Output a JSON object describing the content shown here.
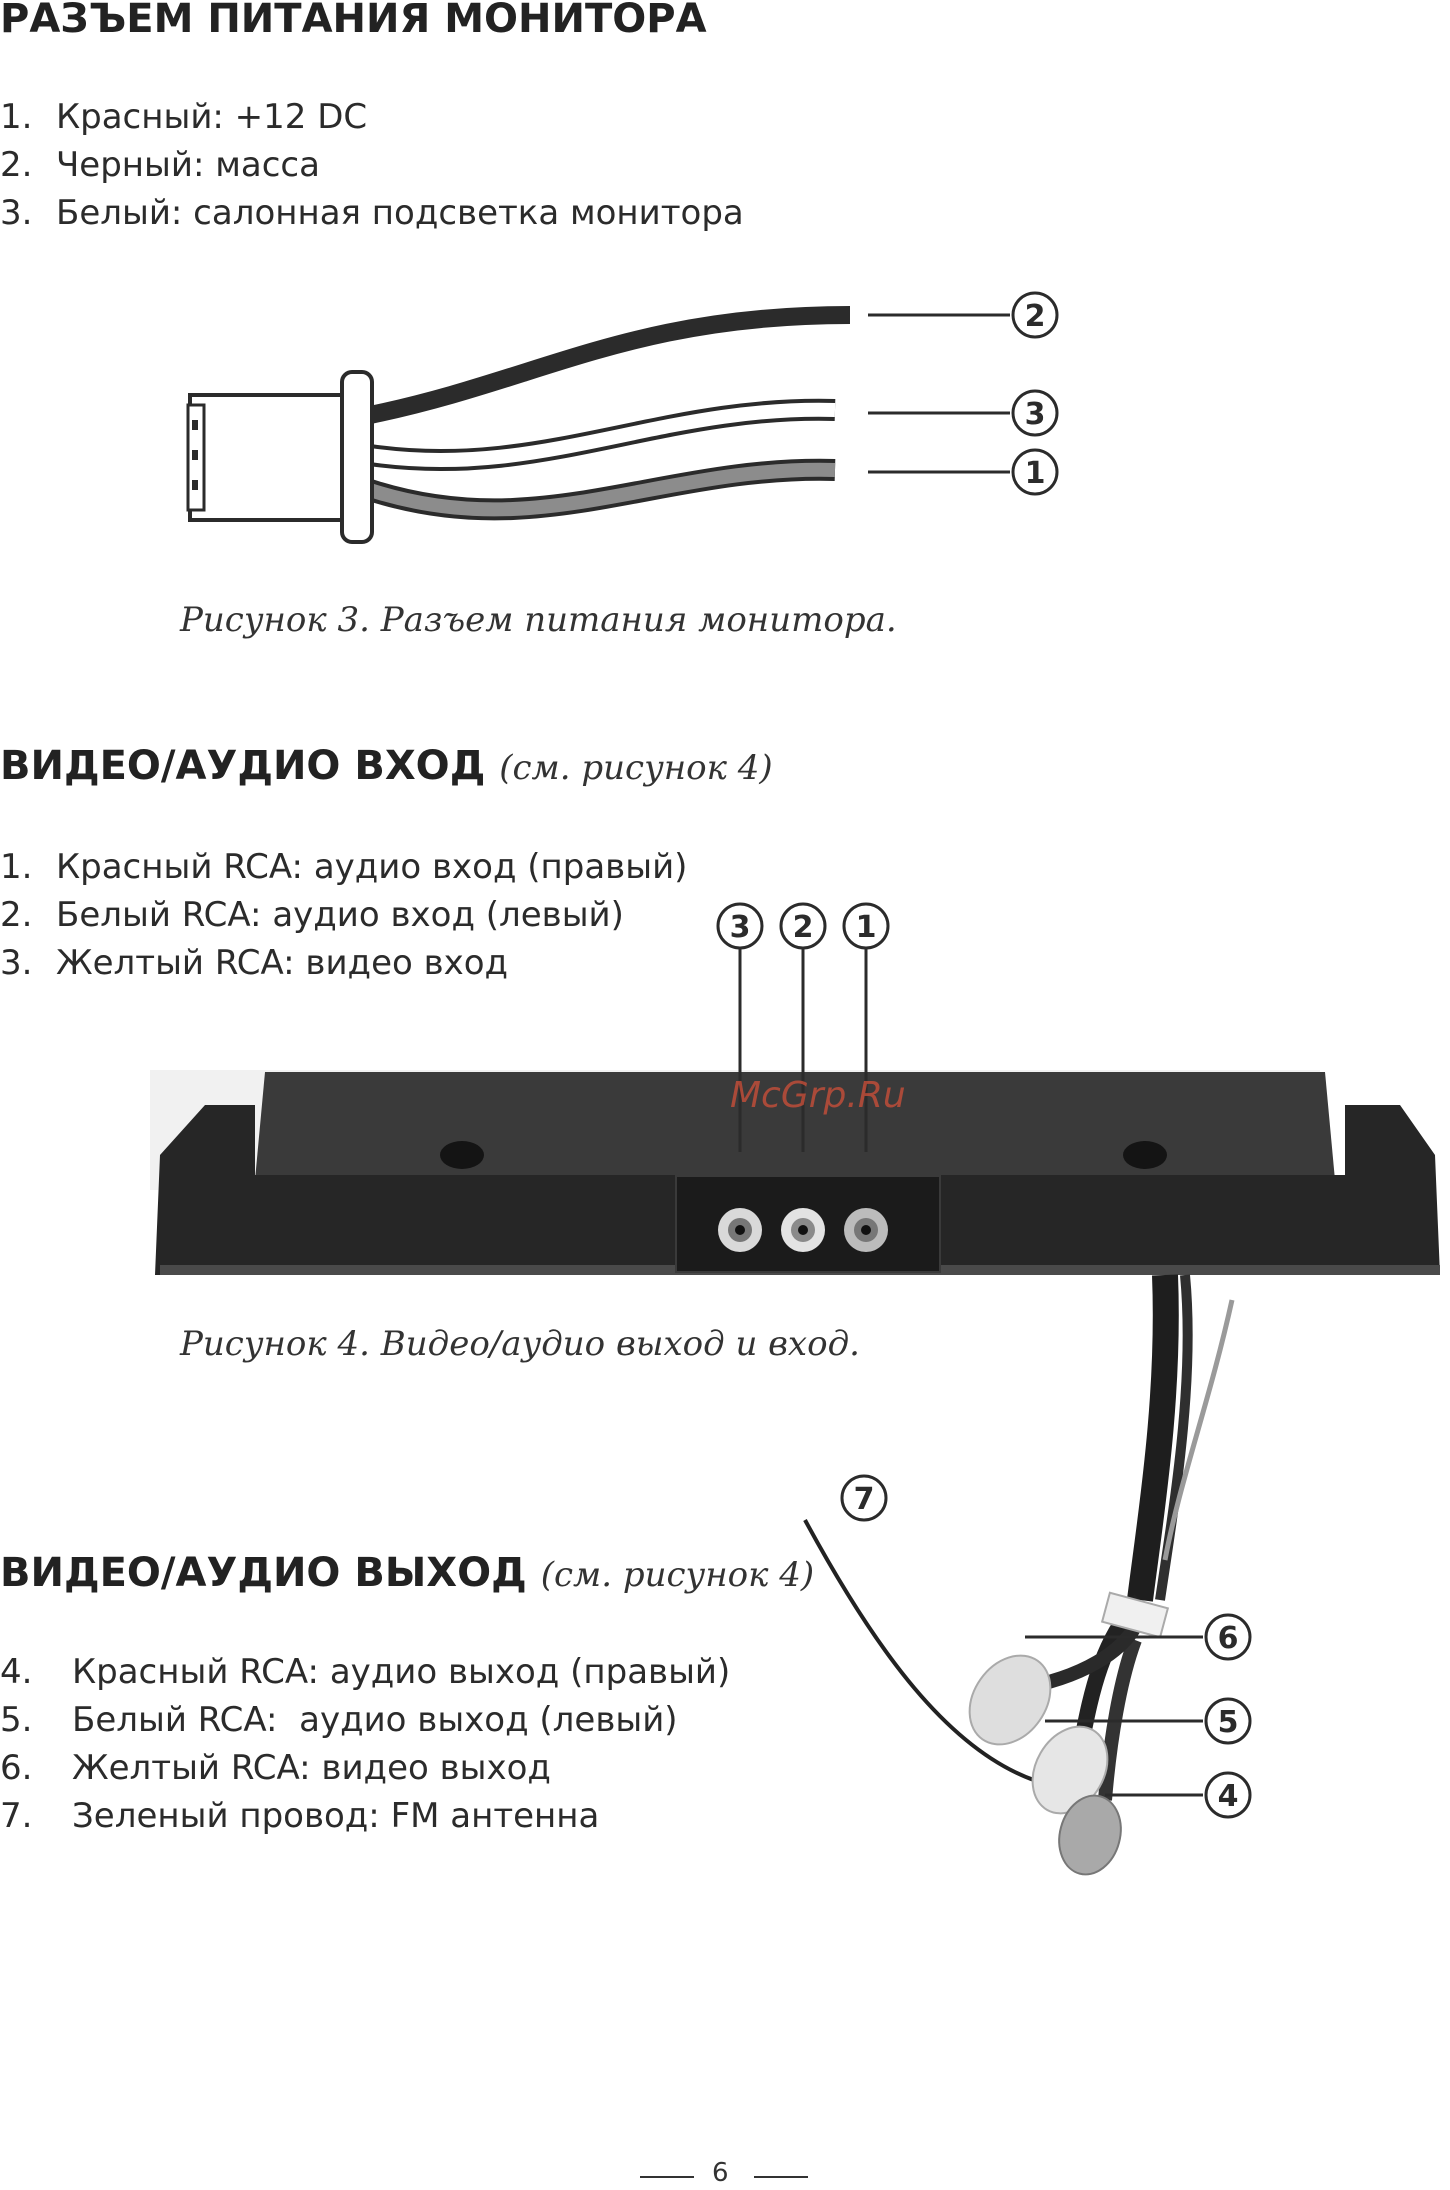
{
  "section_power": {
    "title": "РАЗЪЕМ ПИТАНИЯ МОНИТОРА",
    "items": [
      {
        "num": "1.",
        "text": "Красный: +12 DC"
      },
      {
        "num": "2.",
        "text": "Черный: масса"
      },
      {
        "num": "3.",
        "text": "Белый: салонная подсветка монитора"
      }
    ],
    "callouts": [
      "2",
      "3",
      "1"
    ],
    "caption": "Рисунок 3. Разъем питания монитора."
  },
  "section_input": {
    "title": "ВИДЕО/АУДИО ВХОД",
    "ref": "(см. рисунок 4)",
    "items": [
      {
        "num": "1.",
        "text": "Красный RCA: аудио вход (правый)"
      },
      {
        "num": "2.",
        "text": "Белый RCA: аудио вход (левый)"
      },
      {
        "num": "3.",
        "text": "Желтый RCA: видео вход"
      }
    ],
    "callouts": [
      "3",
      "2",
      "1"
    ]
  },
  "watermark": "McGrp.Ru",
  "figure4": {
    "caption": "Рисунок 4. Видео/аудио выход и вход.",
    "callouts": [
      "7",
      "6",
      "5",
      "4"
    ]
  },
  "section_output": {
    "title": "ВИДЕО/АУДИО ВЫХОД",
    "ref": "(см. рисунок 4)",
    "items": [
      {
        "num": "4.",
        "text": "Красный RCA: аудио выход (правый)"
      },
      {
        "num": "5.",
        "text": "Белый RCA:  аудио выход (левый)"
      },
      {
        "num": "6.",
        "text": "Желтый RCA: видео выход"
      },
      {
        "num": "7.",
        "text": "Зеленый провод: FM антенна"
      }
    ]
  },
  "page_number": "6"
}
